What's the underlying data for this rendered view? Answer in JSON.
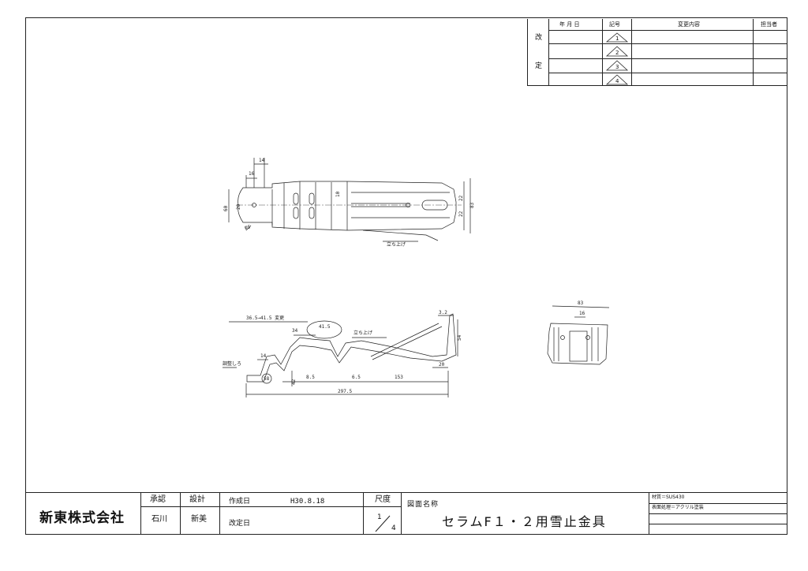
{
  "revision_table": {
    "headers": {
      "date": "年 月 日",
      "mark": "記号",
      "content": "変更内容",
      "person": "担当者"
    },
    "side_labels": [
      "改",
      "定"
    ],
    "marks": [
      "1",
      "2",
      "3",
      "4"
    ]
  },
  "dimensions": {
    "plan": [
      "14",
      "16",
      "60",
      "20",
      "10",
      "22",
      "22",
      "83",
      "φ5",
      "立ち上げ"
    ],
    "side": [
      "36.5→41.5 変更",
      "41.5",
      "34",
      "立ち上げ",
      "3.2",
      "54",
      "14",
      "調整しろ",
      "58",
      "42",
      "8.5",
      "6.5",
      "153",
      "20",
      "297.5"
    ],
    "end": [
      "83",
      "16"
    ]
  },
  "title_block": {
    "company": "新東株式会社",
    "approve_label": "承認",
    "design_label": "設計",
    "approver": "石川",
    "designer": "新美",
    "created_label": "作成日",
    "created_date": "H30.8.18",
    "revised_label": "改定日",
    "scale_label": "尺度",
    "scale_num": "1",
    "scale_den": "4",
    "drawing_name_label": "図面名称",
    "drawing_name": "セラムF１・２用雪止金具",
    "material": "材質＝SUS430",
    "finish": "表面処理＝アクリル塗装"
  }
}
